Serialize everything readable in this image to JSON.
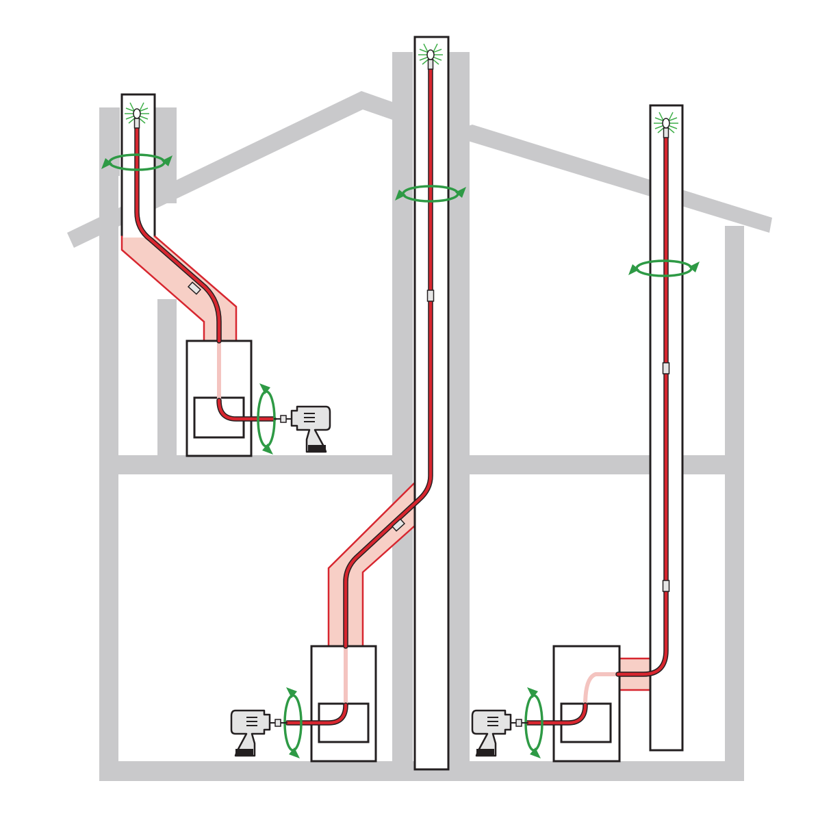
{
  "colors": {
    "wall": "#c9c9cb",
    "outline": "#231f20",
    "hose": "#d7262f",
    "liner": "#f7cfc6",
    "rotation_arrow": "#2e9a45",
    "spray": "#3fae49",
    "drill": "#e4e4e4"
  },
  "scene": {
    "installations": [
      {
        "id": "left-stove",
        "rotation_arrows": 2,
        "couplers": 1,
        "has_drill": true,
        "has_brush_head": true
      },
      {
        "id": "middle-stove",
        "rotation_arrows": 2,
        "couplers": 2,
        "has_drill": true,
        "has_brush_head": true
      },
      {
        "id": "right-stove",
        "rotation_arrows": 2,
        "couplers": 2,
        "has_drill": true,
        "has_brush_head": true
      }
    ],
    "icons": [
      "rotation-arrow-icon",
      "power-drill-icon",
      "brush-head-icon",
      "hose-coupler-icon"
    ]
  }
}
